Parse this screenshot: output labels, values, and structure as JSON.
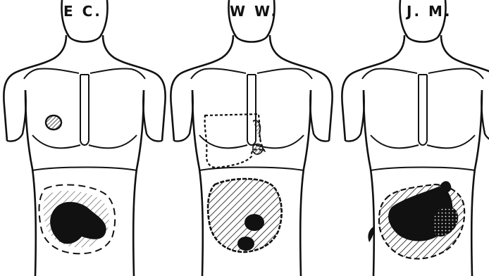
{
  "panels": [
    {
      "label": "E C."
    },
    {
      "label": "W W."
    },
    {
      "label": "J. M."
    }
  ],
  "colors": {
    "ink": "#111111",
    "background": "#ffffff"
  }
}
